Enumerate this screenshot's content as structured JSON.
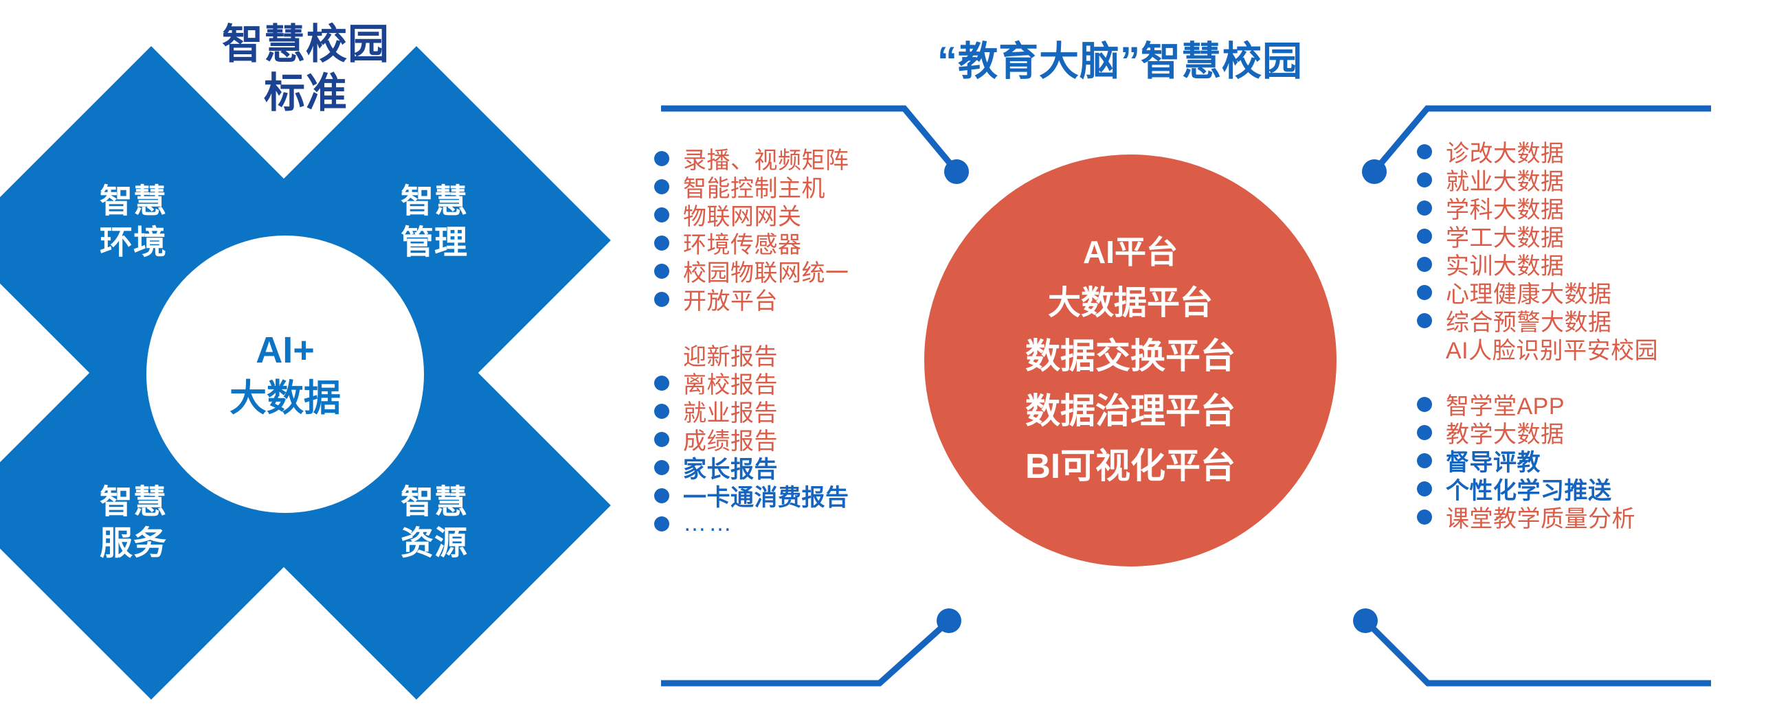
{
  "titles": {
    "left": "智慧校园\n标准",
    "right": "“教育大脑”智慧校园"
  },
  "colors": {
    "blue": "#0C74C4",
    "navy": "#1B4391",
    "link_blue": "#1565C0",
    "orange": "#DB5D48",
    "white": "#FFFFFF"
  },
  "left_cluster": {
    "core_label": "AI+\n大数据",
    "diamonds": [
      {
        "position": "top-left",
        "label": "智慧\n环境"
      },
      {
        "position": "top-right",
        "label": "智慧\n管理"
      },
      {
        "position": "bottom-left",
        "label": "智慧\n服务"
      },
      {
        "position": "bottom-right",
        "label": "智慧\n资源"
      }
    ]
  },
  "center": {
    "platforms": [
      "AI平台",
      "大数据平台",
      "数据交换平台",
      "数据治理平台",
      "BI可视化平台"
    ]
  },
  "middle_column": {
    "group_1": [
      {
        "text": "录播、视频矩阵",
        "bullet": true,
        "accent": false
      },
      {
        "text": "智能控制主机",
        "bullet": true,
        "accent": false
      },
      {
        "text": "物联网网关",
        "bullet": true,
        "accent": false
      },
      {
        "text": "环境传感器",
        "bullet": true,
        "accent": false
      },
      {
        "text": "校园物联网统一",
        "bullet": true,
        "accent": false
      },
      {
        "text": "开放平台",
        "bullet": true,
        "accent": false
      }
    ],
    "group_2": [
      {
        "text": "迎新报告",
        "bullet": false,
        "accent": false
      },
      {
        "text": "离校报告",
        "bullet": true,
        "accent": false
      },
      {
        "text": "就业报告",
        "bullet": true,
        "accent": false
      },
      {
        "text": "成绩报告",
        "bullet": true,
        "accent": false
      },
      {
        "text": "家长报告",
        "bullet": true,
        "accent": true
      },
      {
        "text": "一卡通消费报告",
        "bullet": true,
        "accent": true
      },
      {
        "text": "……",
        "bullet": true,
        "accent": true
      }
    ]
  },
  "right_column": {
    "group_1": [
      {
        "text": "诊改大数据",
        "bullet": true,
        "accent": false
      },
      {
        "text": "就业大数据",
        "bullet": true,
        "accent": false
      },
      {
        "text": "学科大数据",
        "bullet": true,
        "accent": false
      },
      {
        "text": "学工大数据",
        "bullet": true,
        "accent": false
      },
      {
        "text": "实训大数据",
        "bullet": true,
        "accent": false
      },
      {
        "text": "心理健康大数据",
        "bullet": true,
        "accent": false
      },
      {
        "text": "综合预警大数据",
        "bullet": true,
        "accent": false
      },
      {
        "text": "AI人脸识别平安校园",
        "bullet": true,
        "accent": false
      }
    ],
    "group_2": [
      {
        "text": "智学堂APP",
        "bullet": true,
        "accent": false
      },
      {
        "text": "教学大数据",
        "bullet": true,
        "accent": false
      },
      {
        "text": "督导评教",
        "bullet": true,
        "accent": true
      },
      {
        "text": "个性化学习推送",
        "bullet": true,
        "accent": true
      },
      {
        "text": "课堂教学质量分析",
        "bullet": true,
        "accent": false
      }
    ]
  },
  "connectors": {
    "middle_top": "bracket-elbow-right-down",
    "middle_bottom": "bracket-elbow-right-up",
    "right_top": "bracket-elbow-left-down",
    "right_bottom": "bracket-elbow-left-up"
  }
}
